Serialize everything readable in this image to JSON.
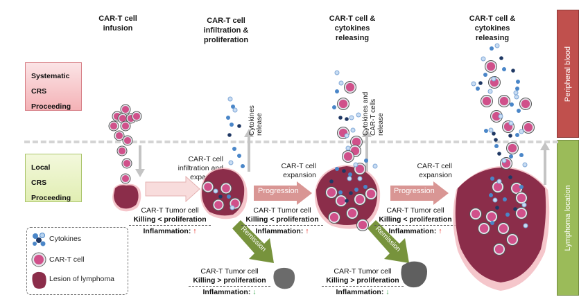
{
  "stages": [
    {
      "title": [
        "CAR-T cell",
        "infusion"
      ]
    },
    {
      "title": [
        "CAR-T cell",
        "infiltration &",
        "proliferation"
      ]
    },
    {
      "title": [
        "CAR-T cell &",
        "cytokines",
        "releasing"
      ]
    },
    {
      "title": [
        "CAR-T cell &",
        "cytokines",
        "releasing"
      ]
    }
  ],
  "phases": {
    "systematic": [
      "Systematic",
      "CRS",
      "Proceeding"
    ],
    "local": [
      "Local",
      "CRS",
      "Proceeding"
    ]
  },
  "side_labels": {
    "top": "Peripheral blood",
    "bottom": "Lymphoma location"
  },
  "colors": {
    "peripheral_blood": "#c0504d",
    "lymphoma_location": "#9bbb59",
    "progression_arrow": "#d99694",
    "remission_arrow": "#77933c",
    "lesion": "#8b2d4a",
    "car_t": "#d0508a",
    "inflammation_up": "#e32119",
    "inflammation_down": "#2fa344"
  },
  "transitions": {
    "infiltration": [
      "CAR-T cell",
      "infiltration and",
      "expansion"
    ],
    "expansion_1": [
      "CAR-T cell",
      "expansion"
    ],
    "expansion_2": [
      "CAR-T cell",
      "expansion"
    ],
    "progression_label": "Progression",
    "remission_label": "Remission"
  },
  "release_captions": {
    "cytokines": [
      "Cytokines",
      "release"
    ],
    "cytokines_cart": [
      "Cytokines and",
      "CAR-T cells",
      "release"
    ]
  },
  "status_progression": {
    "line1": "CAR-T   Tumor cell",
    "line2": "Killing < proliferation",
    "line3": "Inflammation:",
    "arrow": "↑"
  },
  "status_remission": {
    "line1": "CAR-T   Tumor cell",
    "line2": "Killing > proliferation",
    "line3": "Inflammation:",
    "arrow": "↓"
  },
  "legend": [
    {
      "icon": "cytokines-icon",
      "label": "Cytokines"
    },
    {
      "icon": "car-t-cell-icon",
      "label": "CAR-T cell"
    },
    {
      "icon": "lymphoma-lesion-icon",
      "label": "Lesion of lymphoma"
    }
  ]
}
